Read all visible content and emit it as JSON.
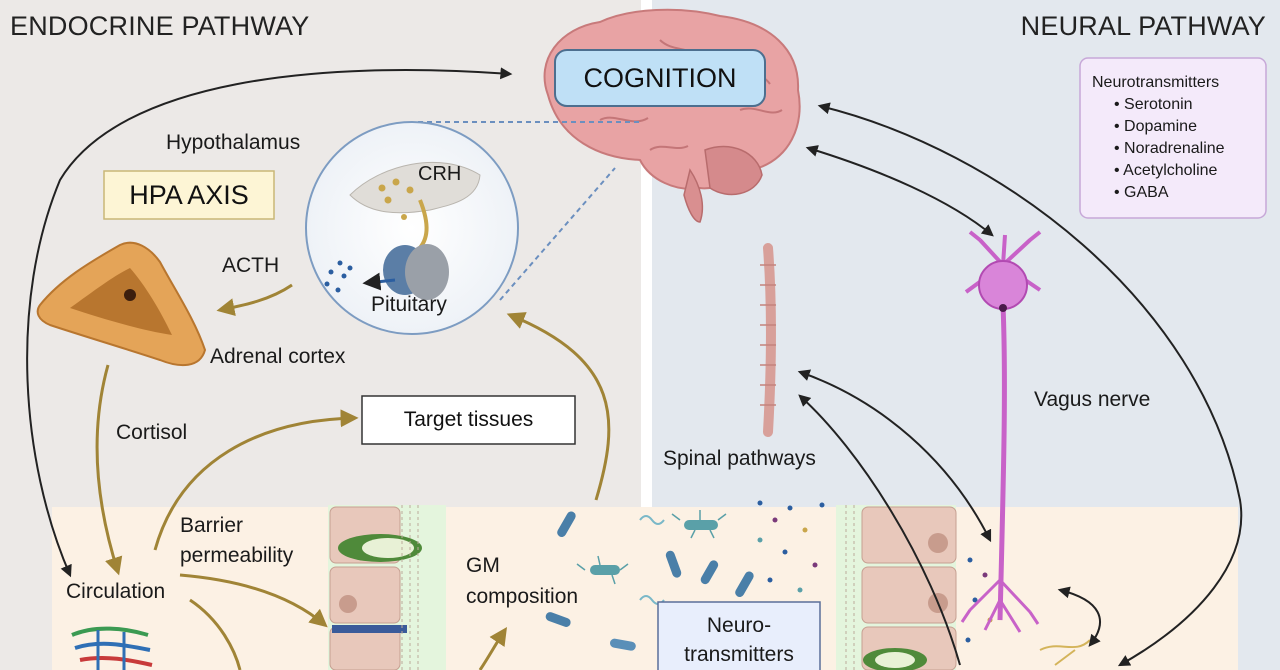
{
  "titles": {
    "left": "ENDOCRINE PATHWAY",
    "right": "NEURAL PATHWAY"
  },
  "brain": {
    "label": "COGNITION"
  },
  "endocrine": {
    "hypothalamus": "Hypothalamus",
    "hpa_axis": "HPA AXIS",
    "crh": "CRH",
    "pituitary": "Pituitary",
    "acth": "ACTH",
    "adrenal_cortex": "Adrenal cortex",
    "cortisol": "Cortisol",
    "target_tissues": "Target tissues",
    "circulation": "Circulation",
    "barrier_line1": "Barrier",
    "barrier_line2": "permeability",
    "gm_line1": "GM",
    "gm_line2": "composition"
  },
  "neural": {
    "neurotransmitters_box": {
      "title": "Neurotransmitters",
      "items": [
        "Serotonin",
        "Dopamine",
        "Noradrenaline",
        "Acetylcholine",
        "GABA"
      ]
    },
    "vagus_nerve": "Vagus nerve",
    "spinal_pathways": "Spinal pathways",
    "gut_box_line1": "Neuro-",
    "gut_box_line2": "transmitters"
  },
  "colors": {
    "left_panel": "#ece9e7",
    "right_panel": "#e3e8ee",
    "gut_band": "#fcf1e4",
    "brain": "#e8a3a4",
    "cognition_box": "#bfe0f6",
    "hpa_box": "#fdf5d5",
    "arrow_gold": "#a08436",
    "neuron": "#c862c8"
  }
}
